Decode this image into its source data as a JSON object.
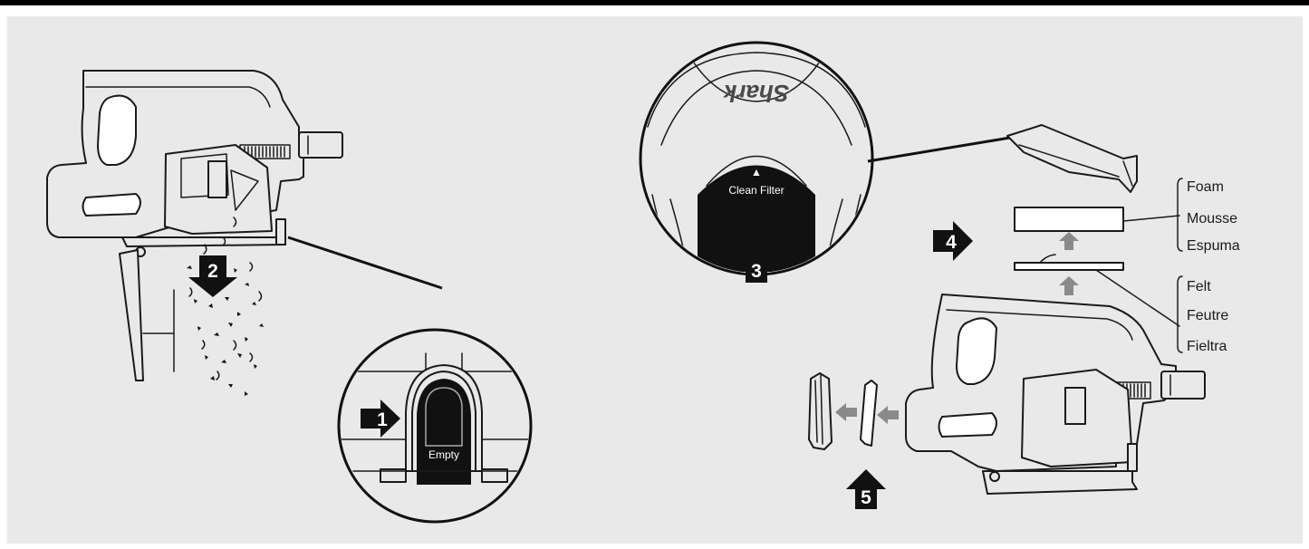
{
  "steps": [
    "1",
    "2",
    "3",
    "4",
    "5"
  ],
  "button_labels": {
    "empty": "Empty",
    "clean_filter": "Clean Filter"
  },
  "brand_logo": "Shark",
  "filter_labels": {
    "foam": [
      "Foam",
      "Mousse",
      "Espuma"
    ],
    "felt": [
      "Felt",
      "Feutre",
      "Fieltra"
    ]
  },
  "colors": {
    "panel": "#e9e9e9",
    "outline": "#1a1a1a",
    "step_arrow": "#111111",
    "secondary_arrow": "#8a8a8a",
    "top_rule": "#000000"
  },
  "icons": [
    "step-arrow-icon",
    "grey-arrow-icon",
    "magnifier-circle-icon"
  ]
}
